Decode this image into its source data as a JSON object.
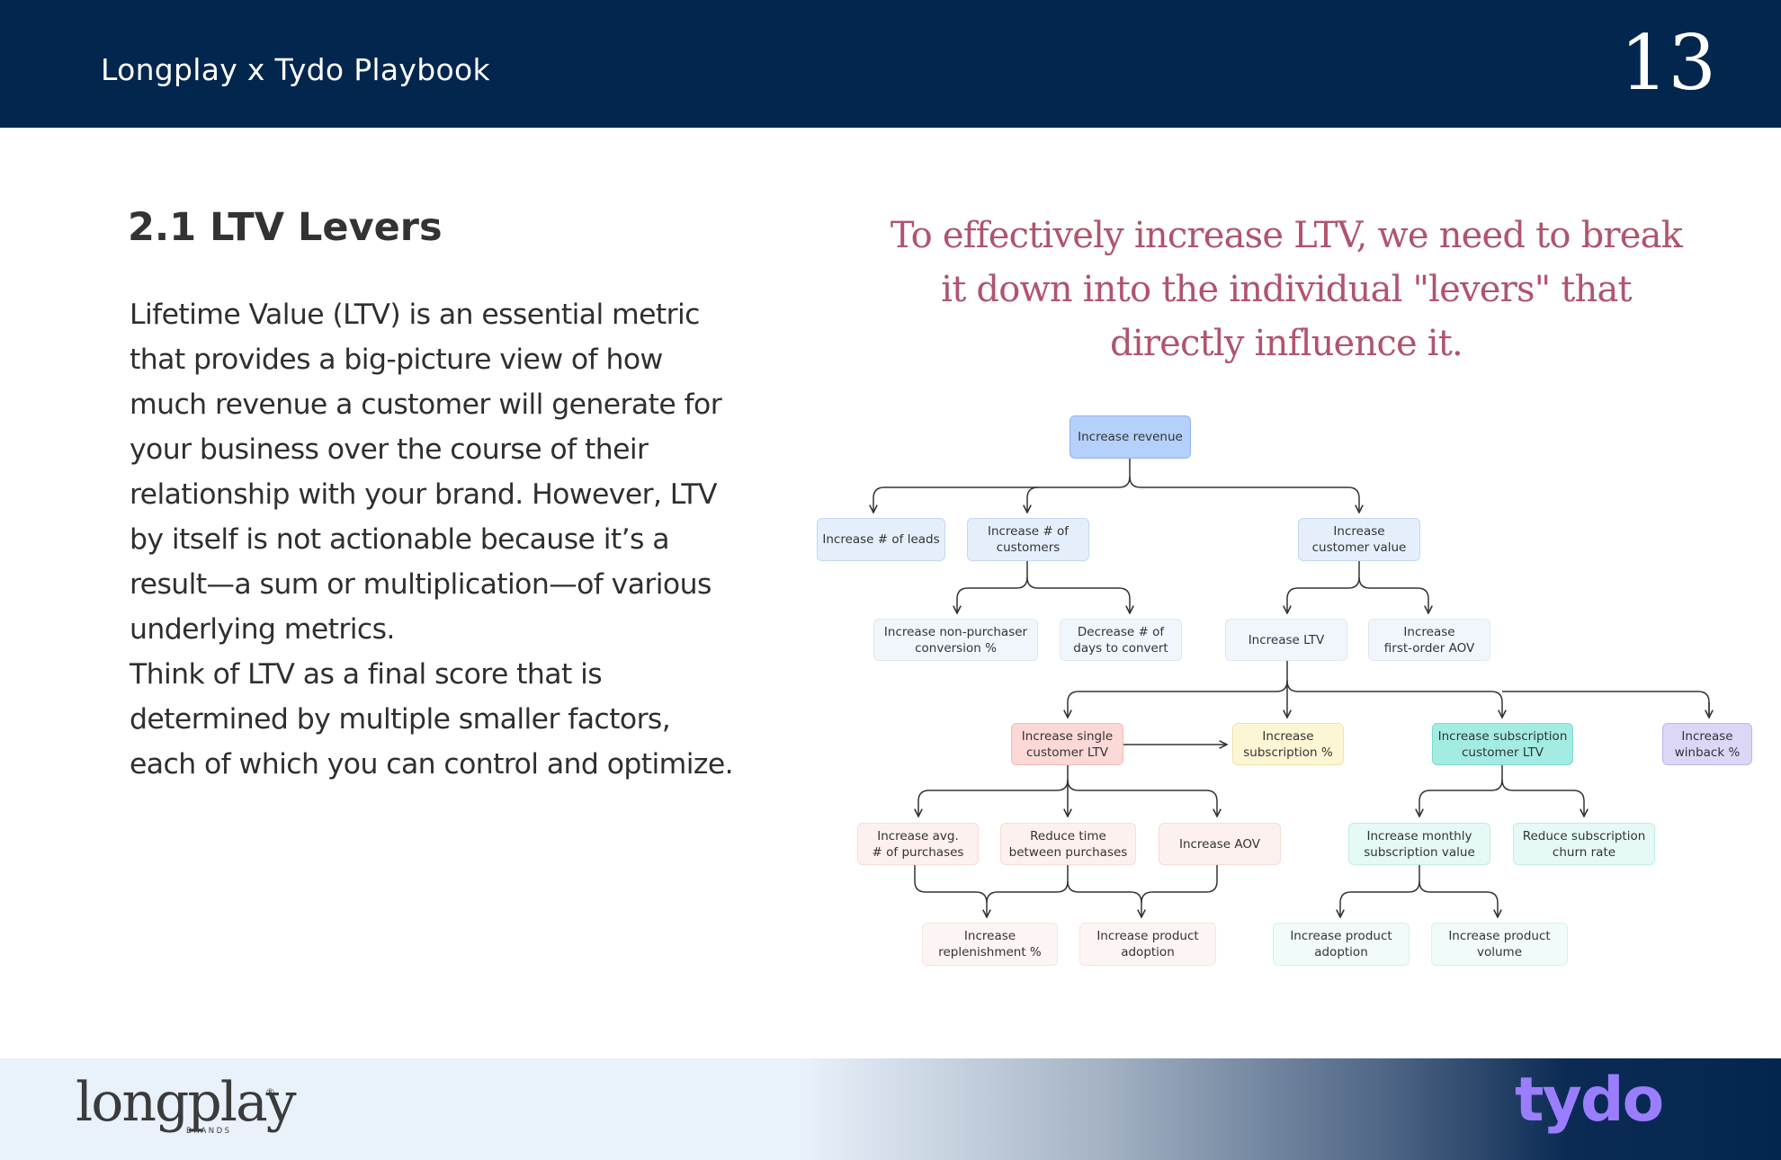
{
  "header": {
    "title": "Longplay x Tydo Playbook",
    "page_number": "13"
  },
  "section": {
    "title": "2.1 LTV Levers",
    "paragraph1": "Lifetime Value (LTV) is an essential metric that provides a big-picture view of how much revenue a customer will generate for your business over the course of their relationship with your brand. However, LTV by itself is not actionable because it’s a result—a sum or multiplication—of various underlying metrics.",
    "paragraph2": "Think of LTV as a final score that is determined by multiple smaller factors, each of which you can control and optimize."
  },
  "quote": "To effectively increase LTV, we need to break it down into the individual \"levers\" that directly influence it.",
  "diagram": {
    "nodes": {
      "revenue": "Increase revenue",
      "leads": "Increase # of leads",
      "customers": "Increase # of\ncustomers",
      "customer_value": "Increase\ncustomer value",
      "nonpurchaser": "Increase non-purchaser\nconversion %",
      "days_convert": "Decrease # of\ndays to convert",
      "ltv": "Increase LTV",
      "first_order_aov": "Increase\nfirst-order AOV",
      "single_ltv": "Increase single\ncustomer LTV",
      "subscription_pct": "Increase\nsubscription %",
      "subscription_ltv": "Increase subscription\ncustomer LTV",
      "winback": "Increase\nwinback %",
      "avg_purchases": "Increase avg.\n# of purchases",
      "reduce_time": "Reduce time\nbetween purchases",
      "aov": "Increase AOV",
      "monthly_sub_value": "Increase monthly\nsubscription value",
      "churn": "Reduce subscription\nchurn rate",
      "replenishment": "Increase\nreplenishment %",
      "product_adoption_1": "Increase product\nadoption",
      "product_adoption_2": "Increase product\nadoption",
      "product_volume": "Increase product\nvolume"
    },
    "colors": {
      "blue_strong": "#b4d0fb",
      "blue_light": "#e5effc",
      "blue_pale": "#f1f6fd",
      "red": "#fdd9d6",
      "red_pale": "#fdf1ef",
      "yellow": "#fdf6d4",
      "teal": "#a3ece3",
      "teal_pale": "#e5f9f7",
      "teal_paler": "#f0fbfa",
      "purple": "#dcd6f7"
    }
  },
  "footer": {
    "logo_left": "longplay",
    "logo_left_sub": "BRANDS",
    "logo_left_mark": "®",
    "logo_right": "tydo"
  }
}
